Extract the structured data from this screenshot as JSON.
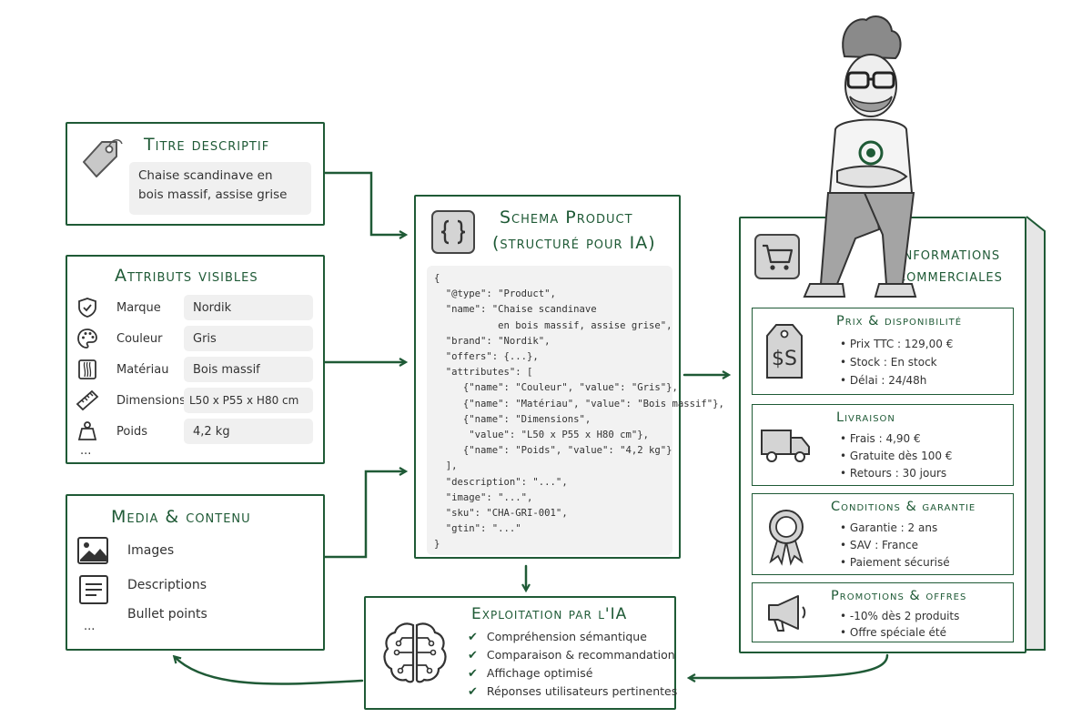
{
  "titre": {
    "heading": "Titre descriptif",
    "value": "Chaise scandinave en\nbois massif, assise grise"
  },
  "attributs": {
    "heading": "Attributs visibles",
    "rows": [
      {
        "label": "Marque",
        "value": "Nordik",
        "icon": "shield-check-icon"
      },
      {
        "label": "Couleur",
        "value": "Gris",
        "icon": "palette-icon"
      },
      {
        "label": "Matériau",
        "value": "Bois massif",
        "icon": "wood-grain-icon"
      },
      {
        "label": "Dimensions",
        "value": "L50 x P55 x H80 cm",
        "icon": "ruler-icon"
      },
      {
        "label": "Poids",
        "value": "4,2 kg",
        "icon": "weight-icon"
      }
    ],
    "more": "..."
  },
  "media": {
    "heading": "Media & contenu",
    "items": [
      "Images",
      "Descriptions",
      "Bullet points"
    ],
    "more": "..."
  },
  "schema": {
    "heading_line1": "Schema Product",
    "heading_line2": "(structuré pour IA)",
    "code": [
      "{",
      "  \"@type\": \"Product\",",
      "  \"name\": \"Chaise scandinave",
      "           en bois massif, assise grise\",",
      "  \"brand\": \"Nordik\",",
      "  \"offers\": {...},",
      "  \"attributes\": [",
      "     {\"name\": \"Couleur\", \"value\": \"Gris\"},",
      "     {\"name\": \"Matériau\", \"value\": \"Bois massif\"},",
      "     {\"name\": \"Dimensions\",",
      "      \"value\": \"L50 x P55 x H80 cm\"},",
      "     {\"name\": \"Poids\", \"value\": \"4,2 kg\"}",
      "  ],",
      "  \"description\": \"...\",",
      "  \"image\": \"...\",",
      "  \"sku\": \"CHA-GRI-001\",",
      "  \"gtin\": \"...\"",
      "}"
    ]
  },
  "exploitation": {
    "heading": "Exploitation par l'IA",
    "items": [
      "Compréhension sémantique",
      "Comparaison & recommandation",
      "Affichage optimisé",
      "Réponses utilisateurs pertinentes"
    ]
  },
  "infos": {
    "heading_line1": "Informations",
    "heading_line2": "commerciales",
    "sections": [
      {
        "title": "Prix & disponibilité",
        "icon": "price-tag-dollar-icon",
        "bullets": [
          "Prix TTC : 129,00 €",
          "Stock : En stock",
          "Délai : 24/48h"
        ]
      },
      {
        "title": "Livraison",
        "icon": "truck-icon",
        "bullets": [
          "Frais : 4,90 €",
          "Gratuite dès 100 €",
          "Retours : 30 jours"
        ]
      },
      {
        "title": "Conditions & garantie",
        "icon": "award-ribbon-icon",
        "bullets": [
          "Garantie : 2 ans",
          "SAV : France",
          "Paiement sécurisé"
        ]
      },
      {
        "title": "Promotions & offres",
        "icon": "megaphone-icon",
        "bullets": [
          "-10% dès 2 produits",
          "Offre spéciale été"
        ]
      }
    ]
  },
  "colors": {
    "accent": "#1f5a36",
    "chip": "#f0f0f0"
  }
}
